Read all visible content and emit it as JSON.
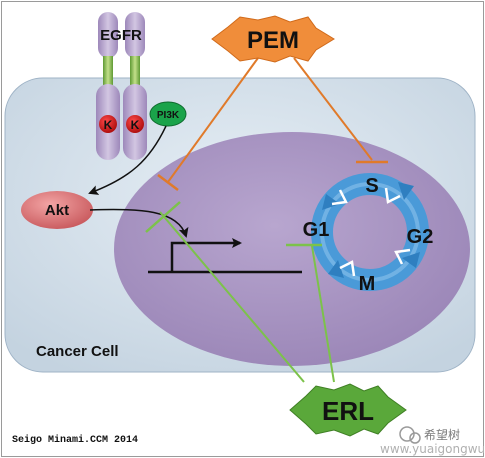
{
  "labels": {
    "receptor": "EGFR",
    "kinase_left": "K",
    "kinase_right": "K",
    "pi3k": "PI3K",
    "akt": "Akt",
    "drug_top": "PEM",
    "drug_bottom": "ERL",
    "cell": "Cancer Cell",
    "phase_s": "S",
    "phase_g1": "G1",
    "phase_g2": "G2",
    "phase_m": "M"
  },
  "footer": {
    "credit": "Seigo Minami.CCM 2014",
    "watermark_text": "希望树",
    "watermark_url": "www.yuaigongwu.com"
  },
  "colors": {
    "cytoplasm": "#d9e6f0",
    "nucleus": "#a993c0",
    "receptor": "#b6a3cc",
    "kinase": "#d01818",
    "pi3k": "#1aa34a",
    "akt": "#d9787a",
    "pem_star": "#f08d3a",
    "erl_star": "#5aa83a",
    "cycle": "#4a9ad8",
    "inhibit_orange": "#e07a2a",
    "inhibit_green": "#7cc24a"
  }
}
